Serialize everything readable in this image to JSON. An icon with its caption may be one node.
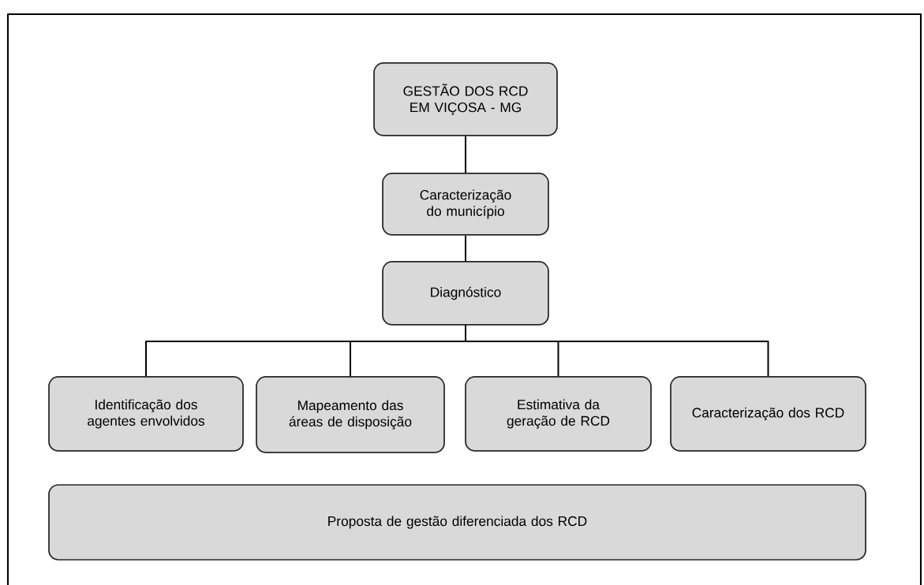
{
  "diagram": {
    "nodes": [
      {
        "text": [
          "GESTÃO DOS RCD EM VIÇOSA - MG"
        ]
      },
      {
        "text": [
          "Caracterização do município"
        ]
      },
      {
        "text": [
          "Diagnóstico"
        ]
      },
      {
        "text": [
          "Identificação dos agentes envolvidos"
        ]
      },
      {
        "text": [
          "Mapeamento das áreas de disposição"
        ]
      },
      {
        "text": [
          "Estimativa da geração de RCD"
        ]
      },
      {
        "text": [
          "Caracterização dos RCD"
        ]
      },
      {
        "text": [
          "Proposta de gestão diferenciada dos RCD"
        ]
      }
    ],
    "edges": [
      {
        "from": 0,
        "to": 1,
        "arrow": "none"
      },
      {
        "from": 1,
        "to": 2,
        "arrow": "none"
      },
      {
        "from": 2,
        "to": 3,
        "arrow": "none"
      },
      {
        "from": 2,
        "to": 4,
        "arrow": "none"
      },
      {
        "from": 2,
        "to": 5,
        "arrow": "none"
      },
      {
        "from": 2,
        "to": 6,
        "arrow": "none"
      }
    ]
  }
}
